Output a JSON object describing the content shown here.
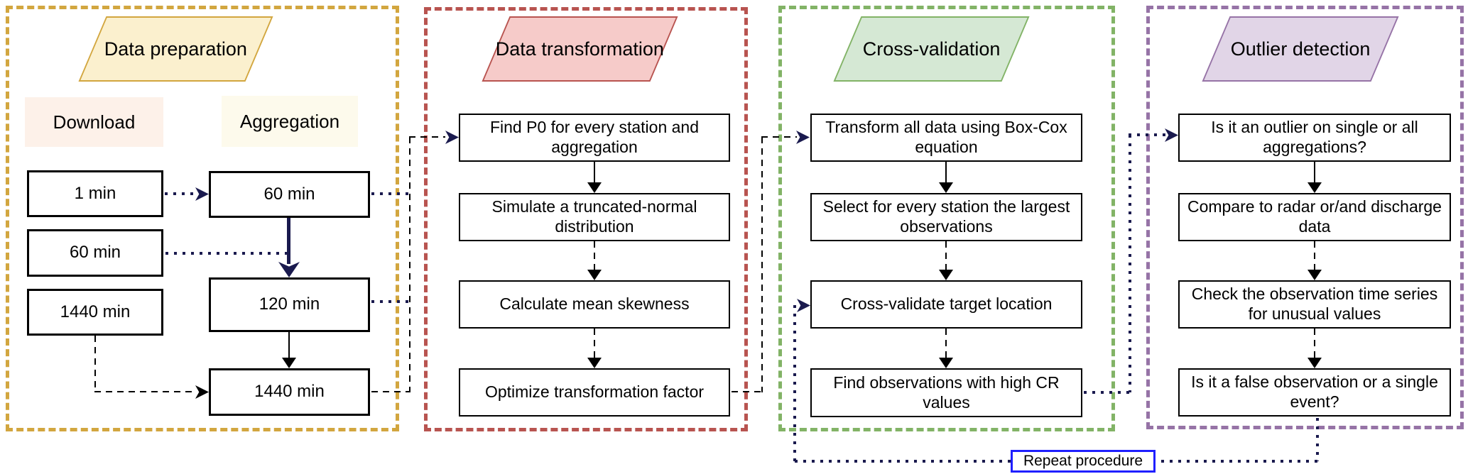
{
  "figure": {
    "type": "flowchart",
    "stages": [
      {
        "title": "Data preparation",
        "fill": "#FBF0CE",
        "stroke": "#D2A63F",
        "download_label": "Download",
        "download_label_bg": "#FDF1E9",
        "aggregation_label": "Aggregation",
        "aggregation_label_bg": "#FDFAEC",
        "download_boxes": [
          "1 min",
          "60 min",
          "1440 min"
        ],
        "aggregation_boxes": [
          "60 min",
          "120 min",
          "1440 min"
        ]
      },
      {
        "title": "Data transformation",
        "fill": "#F6CBC9",
        "stroke": "#B85450",
        "steps": [
          "Find P0 for every station and aggregation",
          "Simulate a truncated-normal distribution",
          "Calculate mean skewness",
          "Optimize transformation factor"
        ]
      },
      {
        "title": "Cross-validation",
        "fill": "#D5E8D4",
        "stroke": "#82B366",
        "steps": [
          "Transform all data using Box-Cox equation",
          "Select for every station the largest observations",
          "Cross-validate target location",
          "Find observations with high CR values"
        ]
      },
      {
        "title": "Outlier detection",
        "fill": "#E1D5E7",
        "stroke": "#9673A6",
        "steps": [
          "Is it an outlier on single or all aggregations?",
          "Compare to radar or/and discharge data",
          "Check the observation time series for unusual values",
          "Is it a false observation or a single event?"
        ]
      }
    ],
    "repeat_label": "Repeat procedure",
    "repeat_box_border": "#1F1FFF",
    "line_colors": {
      "navy": "#1A1A4E",
      "black": "#000000"
    }
  }
}
